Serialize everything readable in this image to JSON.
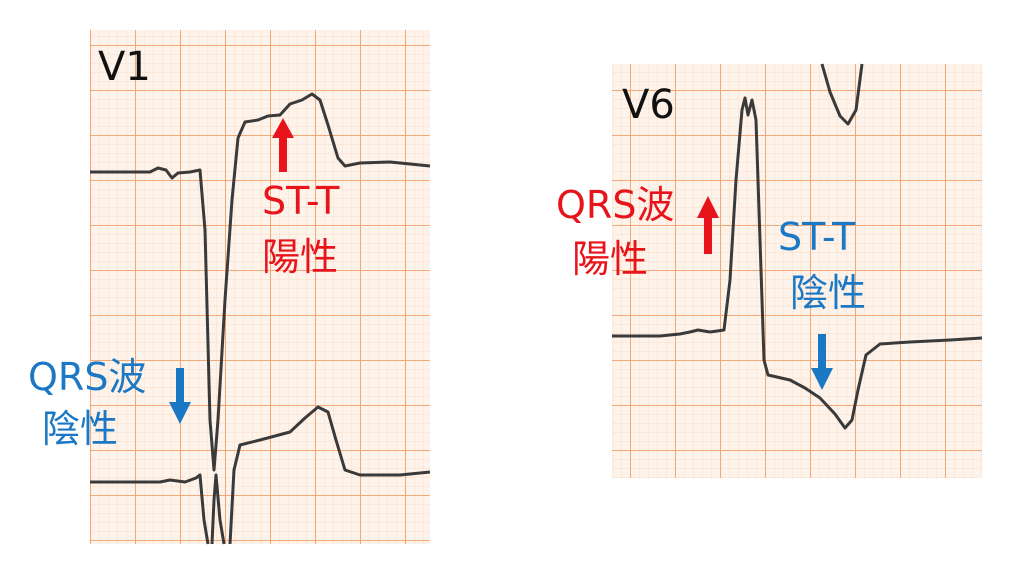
{
  "panels": [
    {
      "lead": "V1",
      "annotations": [
        {
          "line1": "ST-T",
          "line2": "陽性",
          "color": "#e8141b",
          "arrow": "up"
        },
        {
          "line1": "QRS波",
          "line2": "陰性",
          "color": "#1b78c4",
          "arrow": "down"
        }
      ]
    },
    {
      "lead": "V6",
      "annotations": [
        {
          "line1": "QRS波",
          "line2": "陽性",
          "color": "#e8141b",
          "arrow": "up"
        },
        {
          "line1": "ST-T",
          "line2": "陰性",
          "color": "#1b78c4",
          "arrow": "down"
        }
      ]
    }
  ],
  "colors": {
    "grid_major": "#f2a97a",
    "grid_minor": "#fbdcc6",
    "paper": "#fdf3ea",
    "trace": "#3a3a3a"
  }
}
